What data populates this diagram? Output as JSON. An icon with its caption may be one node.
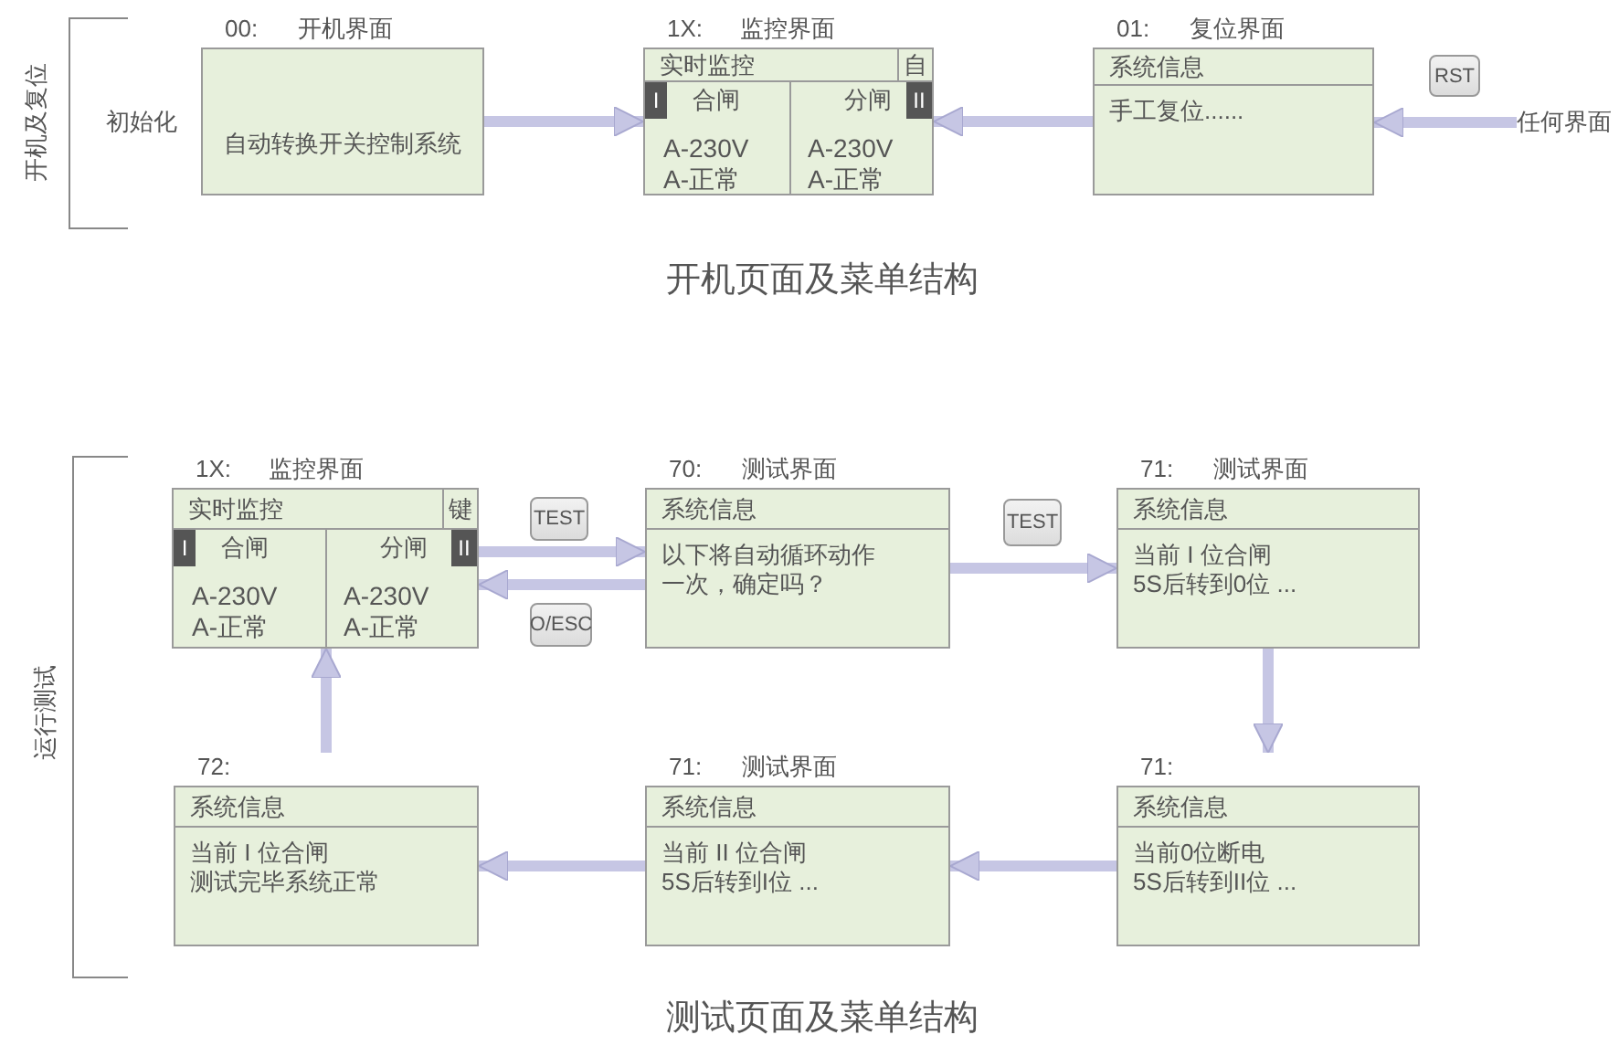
{
  "diagram": {
    "nodes": [
      {
        "text": [
          "00:",
          "开机界面",
          "自动转换开关控制系统"
        ],
        "beside": [
          "初始化"
        ]
      },
      {
        "text": [
          "1X:",
          "监控界面",
          "实时监控",
          "自",
          "I",
          "合闸",
          "分闸",
          "II",
          "A-230V",
          "A-正常",
          "A-230V",
          "A-正常"
        ]
      },
      {
        "text": [
          "01:",
          "复位界面",
          "系统信息",
          "手工复位......"
        ]
      },
      {
        "text": [
          "任何界面"
        ]
      },
      {
        "text": [
          "1X:",
          "监控界面",
          "实时监控",
          "键",
          "I",
          "合闸",
          "分闸",
          "II",
          "A-230V",
          "A-正常",
          "A-230V",
          "A-正常"
        ]
      },
      {
        "text": [
          "70:",
          "测试界面",
          "系统信息",
          "以下将自动循环动作一次，确定吗？"
        ]
      },
      {
        "text": [
          "71:",
          "测试界面",
          "系统信息",
          "当前 I 位合闸",
          "5S后转到0位 ..."
        ]
      },
      {
        "text": [
          "71:",
          "系统信息",
          "当前0位断电",
          "5S后转到II位 ..."
        ]
      },
      {
        "text": [
          "71:",
          "测试界面",
          "系统信息",
          "当前 II 位合闸",
          "5S后转到I位 ..."
        ]
      },
      {
        "text": [
          "72:",
          "系统信息",
          "当前 I 位合闸",
          "测试完毕系统正常"
        ]
      }
    ],
    "edges": [
      {
        "from": 0,
        "to": 1,
        "arrow": "to"
      },
      {
        "from": 2,
        "to": 1,
        "arrow": "to"
      },
      {
        "from": 3,
        "to": 2,
        "arrow": "to",
        "label": "RST"
      },
      {
        "from": 4,
        "to": 5,
        "arrow": "to",
        "label": "TEST"
      },
      {
        "from": 5,
        "to": 4,
        "arrow": "to",
        "label": "O/ESC"
      },
      {
        "from": 5,
        "to": 6,
        "arrow": "to",
        "label": "TEST"
      },
      {
        "from": 6,
        "to": 7,
        "arrow": "to"
      },
      {
        "from": 7,
        "to": 8,
        "arrow": "to"
      },
      {
        "from": 8,
        "to": 9,
        "arrow": "to"
      },
      {
        "from": 9,
        "to": 4,
        "arrow": "to"
      }
    ],
    "labels": [
      "开机及复位",
      "开机页面及菜单结构",
      "运行测试",
      "测试页面及菜单结构"
    ]
  }
}
